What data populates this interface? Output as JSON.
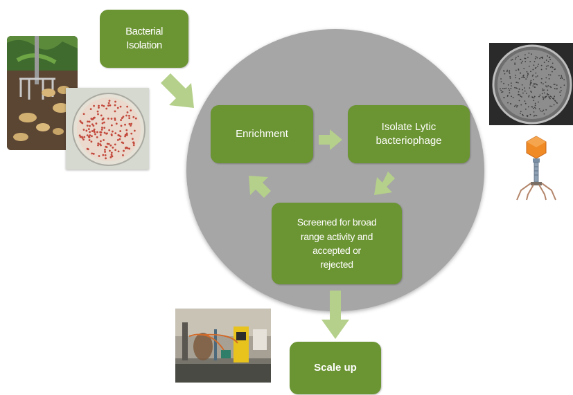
{
  "steps": {
    "bacterial_isolation": "Bacterial\nIsolation",
    "enrichment": "Enrichment",
    "isolate_lytic": "Isolate Lytic\nbacteriophage",
    "screened": "Screened for broad\nrange activity and\naccepted or\nrejected",
    "scale_up": "Scale up"
  },
  "photos": [
    "potato-harvest-photo",
    "bacterial-culture-plate-photo",
    "phage-plaque-plate-photo",
    "bioreactor-photo"
  ],
  "icons": [
    "bacteriophage-icon"
  ],
  "colors": {
    "box": "#6b9432",
    "arrow": "#b5d08a",
    "circle": "#a6a6a6"
  }
}
